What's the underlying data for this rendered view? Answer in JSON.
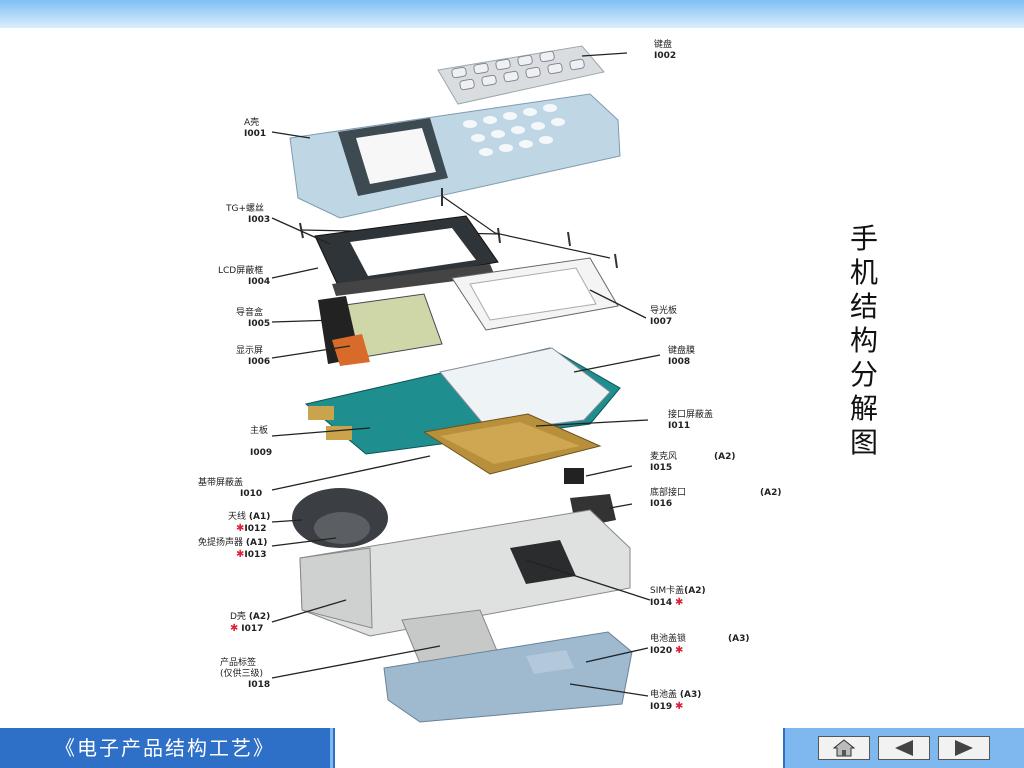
{
  "slide": {
    "title_chars": [
      "手",
      "机",
      "结",
      "构",
      "分",
      "解",
      "图"
    ],
    "course": "《电子产品结构工艺》"
  },
  "nav": {
    "home_icon": "home-icon",
    "prev_icon": "triangle-left-icon",
    "next_icon": "triangle-right-icon"
  },
  "labels": {
    "l1002": {
      "name": "键盘",
      "code": "I002"
    },
    "l1001": {
      "name": "A壳",
      "code": "I001"
    },
    "l1003": {
      "name": "TG+螺丝",
      "code": "I003"
    },
    "l1004": {
      "name": "LCD屏蔽框",
      "code": "I004"
    },
    "l1005": {
      "name": "导音盒",
      "code": "I005"
    },
    "l1006": {
      "name": "显示屏",
      "code": "I006"
    },
    "l1007": {
      "name": "导光板",
      "code": "I007"
    },
    "l1008": {
      "name": "键盘膜",
      "code": "I008"
    },
    "l1009": {
      "name": "主板",
      "code": "I009"
    },
    "l1011": {
      "name": "接口屏蔽盖",
      "code": "I011"
    },
    "l1015": {
      "name": "麦克风",
      "code": "I015",
      "cls": "(A2)"
    },
    "l1010": {
      "name": "基带屏蔽盖",
      "code": "I010"
    },
    "l1016": {
      "name": "底部接口",
      "code": "I016",
      "cls": "(A2)"
    },
    "l1012": {
      "name": "天线",
      "code": "I012",
      "cls": "(A1)"
    },
    "l1013": {
      "name": "免提扬声器",
      "code": "I013",
      "cls": "(A1)"
    },
    "l1014": {
      "name": "SIM卡盖",
      "code": "I014",
      "cls": "(A2)"
    },
    "l1017": {
      "name": "D壳",
      "code": "I017",
      "cls": "(A2)"
    },
    "l1020": {
      "name": "电池盖锁",
      "code": "I020",
      "cls": "(A3)"
    },
    "l1018": {
      "name": "产品标签",
      "name2": "(仅供三级)",
      "code": "I018"
    },
    "l1019": {
      "name": "电池盖",
      "code": "I019",
      "cls": "(A3)"
    }
  },
  "colors": {
    "accent": "#2e6fc7",
    "bar": "#7fb8ee",
    "star": "#e0203a"
  }
}
